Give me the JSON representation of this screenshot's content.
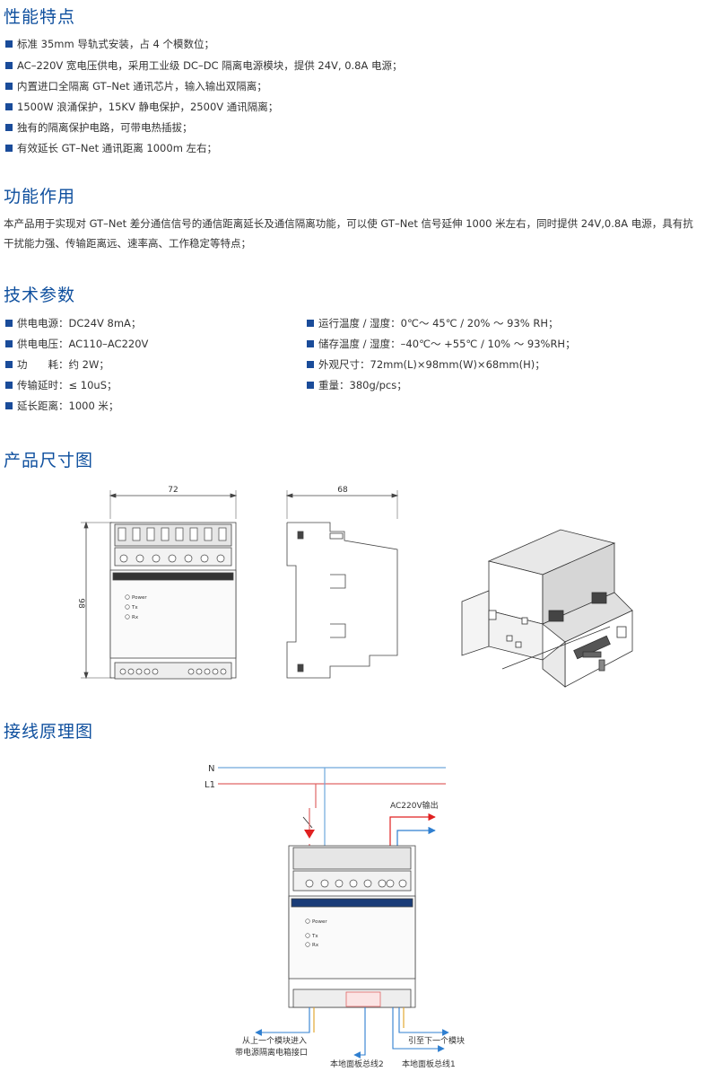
{
  "sections": {
    "features": {
      "title": "性能特点",
      "items": [
        "标准 35mm 导轨式安装，占 4 个模数位；",
        "AC–220V 宽电压供电，采用工业级 DC–DC 隔离电源模块，提供 24V, 0.8A 电源；",
        "内置进口全隔离 GT–Net 通讯芯片，输入输出双隔离；",
        "1500W 浪涌保护，15KV 静电保护，2500V 通讯隔离；",
        "独有的隔离保护电路，可带电热插拔；",
        "有效延长 GT–Net 通讯距离 1000m 左右；"
      ]
    },
    "function": {
      "title": "功能作用",
      "text": "本产品用于实现对 GT–Net 差分通信信号的通信距离延长及通信隔离功能，可以使 GT–Net 信号延伸 1000 米左右，同时提供 24V,0.8A 电源，具有抗干扰能力强、传输距离远、速率高、工作稳定等特点；"
    },
    "specs": {
      "title": "技术参数",
      "left": [
        "供电电源：DC24V  8mA；",
        "供电电压：AC110–AC220V",
        "功　　耗：约 2W；",
        "传输延时：≤ 10uS；",
        "延长距离：1000 米；"
      ],
      "right": [
        "运行温度 / 湿度：0℃～ 45℃ / 20% ～ 93% RH；",
        "储存温度 / 湿度：–40℃～ +55℃ / 10% ～ 93%RH；",
        "外观尺寸：72mm(L)×98mm(W)×68mm(H)；",
        "重量：380g/pcs；"
      ]
    },
    "dimensions": {
      "title": "产品尺寸图",
      "width_label": "72",
      "height_label": "98",
      "depth_label": "68",
      "leds": [
        "Power",
        "Tx",
        "Rx"
      ]
    },
    "wiring": {
      "title": "接线原理图",
      "n_label": "N",
      "l1_label": "L1",
      "ac_out": "AC220V输出",
      "from_prev_1": "从上一个模块进入",
      "from_prev_2": "带电源隔离电箱接口",
      "to_next": "引至下一个模块",
      "bus2": "本地面板总线2",
      "bus1": "本地面板总线1",
      "leds": [
        "Power",
        "Tx",
        "Rx"
      ],
      "colors": {
        "n_line": "#6fa8dc",
        "l1_line": "#e06666",
        "arrow_red": "#e02020",
        "arrow_blue": "#2f7fd0"
      }
    }
  }
}
